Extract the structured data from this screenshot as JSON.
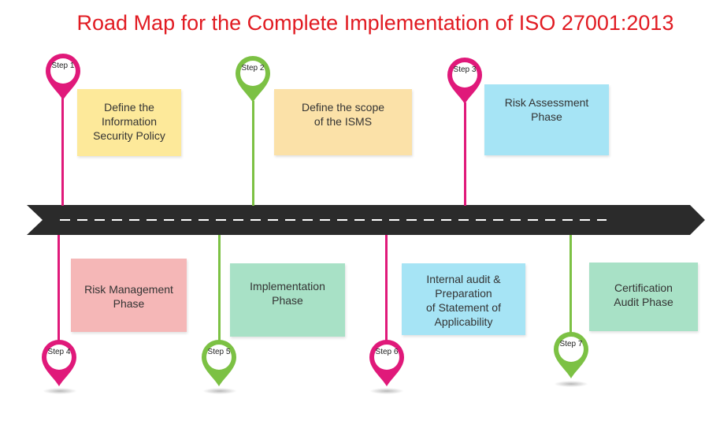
{
  "title": "Road Map for the Complete Implementation of ISO 27001:2013",
  "colors": {
    "title": "#e11b22",
    "magenta": "#e0197a",
    "green": "#7cc144",
    "road": "#2b2b2b",
    "yellow_box": "#fde99a",
    "orange_box": "#fbe1a8",
    "cyan_box": "#a6e4f5",
    "pink_box": "#f5b7b7",
    "teal_box": "#a8e1c6"
  },
  "steps": [
    {
      "label": "Step 1",
      "text": "Define the\nInformation\nSecurity Policy",
      "pin_color": "magenta"
    },
    {
      "label": "Step 2",
      "text": "Define the scope\nof the ISMS",
      "pin_color": "green"
    },
    {
      "label": "Step 3",
      "text": "Risk Assessment\nPhase",
      "pin_color": "magenta"
    },
    {
      "label": "Step 4",
      "text": "Risk Management\nPhase",
      "pin_color": "magenta"
    },
    {
      "label": "Step 5",
      "text": "Implementation\nPhase",
      "pin_color": "green"
    },
    {
      "label": "Step 6",
      "text": "Internal audit &\nPreparation\nof Statement of\nApplicability",
      "pin_color": "magenta"
    },
    {
      "label": "Step 7",
      "text": "Certification\nAudit Phase",
      "pin_color": "green"
    }
  ]
}
